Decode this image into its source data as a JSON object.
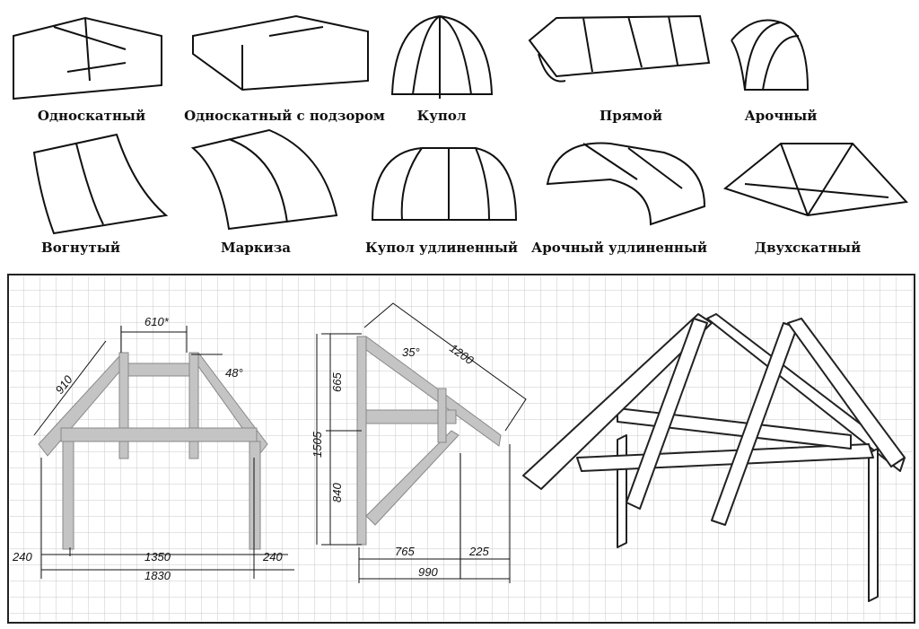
{
  "canopy_types": [
    {
      "label": "Односкатный"
    },
    {
      "label": "Односкатный с подзором"
    },
    {
      "label": "Купол"
    },
    {
      "label": "Прямой"
    },
    {
      "label": "Арочный"
    },
    {
      "label": "Вогнутый"
    },
    {
      "label": "Маркиза"
    },
    {
      "label": "Купол удлиненный"
    },
    {
      "label": "Арочный удлиненный"
    },
    {
      "label": "Двухскатный"
    }
  ],
  "front_view": {
    "top_width": "610*",
    "rafter_length": "910",
    "angle": "48°",
    "left_overhang": "240",
    "post_span": "1350",
    "right_overhang": "240",
    "total_width": "1830"
  },
  "side_view": {
    "rafter_length": "1200",
    "angle": "35°",
    "upper_height": "665",
    "total_height": "1505",
    "lower_height": "840",
    "depth": "765",
    "overhang": "225",
    "total_depth": "990"
  },
  "colors": {
    "frame_fill": "#c4c4c4",
    "grid": "#c8c8c8",
    "ink": "#111111"
  }
}
